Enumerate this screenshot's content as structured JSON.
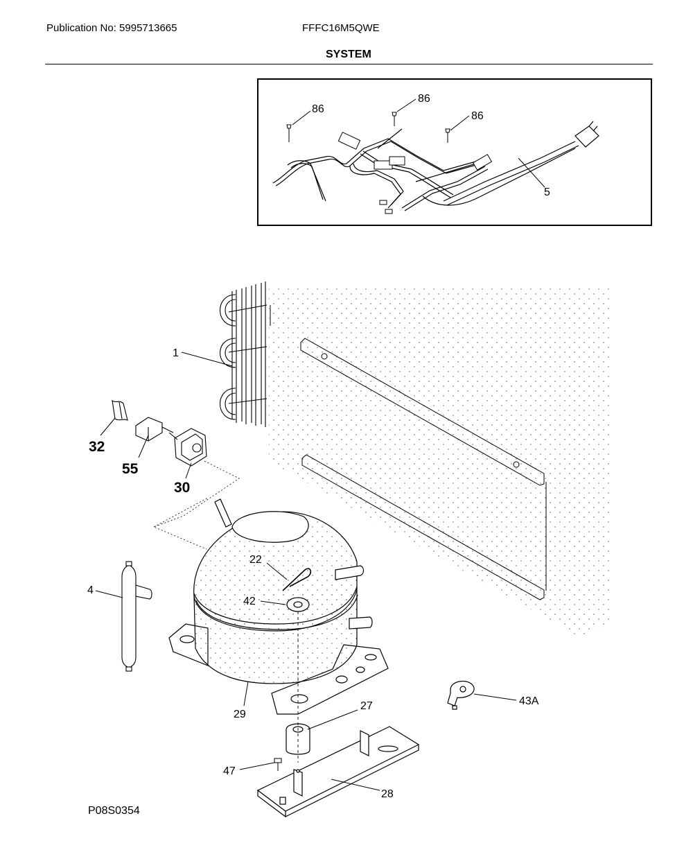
{
  "header": {
    "publication": "Publication No: 5995713665",
    "model": "FFFC16M5QWE",
    "title": "SYSTEM"
  },
  "callouts": {
    "wiring": [
      "86",
      "86",
      "86",
      "5"
    ],
    "parts": {
      "condenser": "1",
      "overload_cover": "32",
      "relay": "55",
      "overload": "30",
      "drier": "4",
      "clip": "22",
      "grommet": "42",
      "compressor": "29",
      "mount": "27",
      "screw": "47",
      "bracket": "28",
      "clamp": "43A"
    }
  },
  "footer": {
    "code": "P08S0354"
  }
}
